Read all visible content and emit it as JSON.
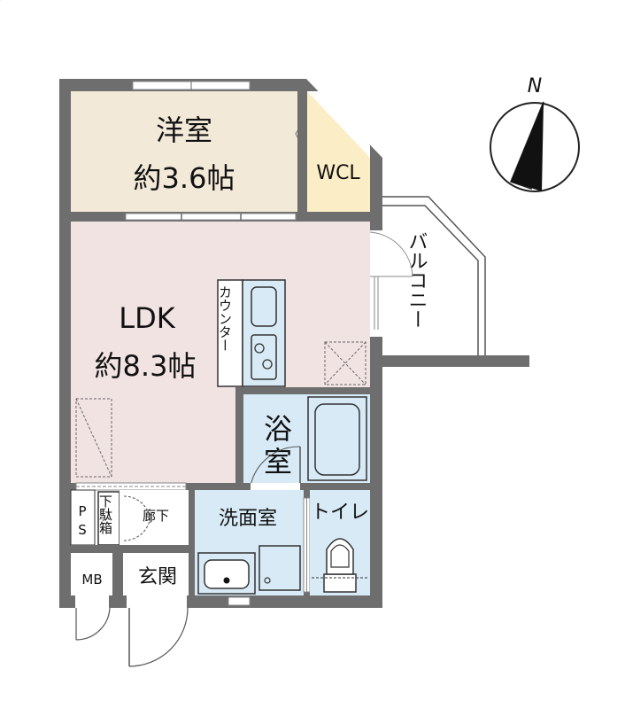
{
  "compass": {
    "label": "N"
  },
  "rooms": {
    "western_room": {
      "name": "洋室",
      "size": "約3.6帖"
    },
    "wcl": {
      "name": "WCL"
    },
    "ldk": {
      "name": "LDK",
      "size": "約8.3帖"
    },
    "counter": {
      "name": "カウンター"
    },
    "balcony": {
      "name": "バルコニー"
    },
    "bath": {
      "name": "浴室"
    },
    "washroom": {
      "name": "洗面室"
    },
    "toilet": {
      "name": "トイレ"
    },
    "ps": {
      "name": "PS"
    },
    "shoe_box": {
      "name": "下駄箱"
    },
    "hallway": {
      "name": "廊下"
    },
    "mb": {
      "name": "MB"
    },
    "entrance": {
      "name": "玄関"
    }
  },
  "colors": {
    "wall": "#6e6e6e",
    "western_room": "#f3e9d9",
    "wcl": "#fbedc5",
    "ldk": "#f2e3e3",
    "wet_area": "#d7eaf6",
    "white": "#ffffff"
  }
}
